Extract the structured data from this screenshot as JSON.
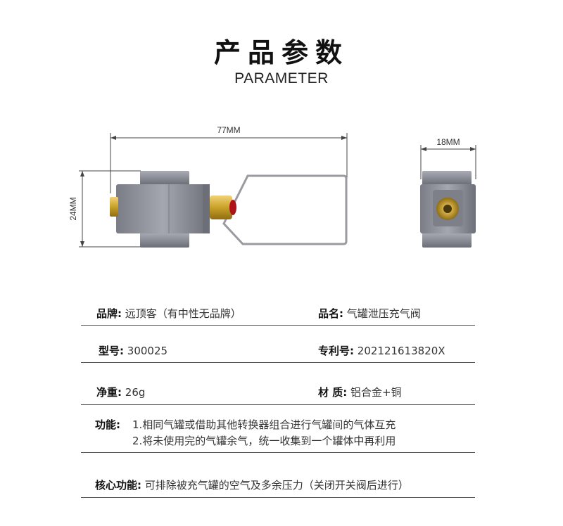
{
  "header": {
    "title_cn": "产品参数",
    "title_en": "PARAMETER"
  },
  "diagram": {
    "dim_length": "77MM",
    "dim_height": "24MM",
    "dim_width": "18MM"
  },
  "specs": {
    "brand_label": "品牌:",
    "brand_value": "远顶客（有中性无品牌）",
    "product_label": "品名:",
    "product_value": "气罐泄压充气阀",
    "model_label": "型号:",
    "model_value": "300025",
    "patent_label": "专利号:",
    "patent_value": "202121613820X",
    "weight_label": "净重:",
    "weight_value": "26g",
    "material_label": "材 质:",
    "material_value": "铝合金+铜",
    "function_label": "功能:",
    "function_line1": "1.相同气罐或借助其他转换器组合进行气罐间的气体互充",
    "function_line2": "2.将未使用完的气罐余气，统一收集到一个罐体中再利用",
    "core_label": "核心功能:",
    "core_value": "可排除被充气罐的空气及多余压力（关闭开关阀后进行）"
  },
  "colors": {
    "body_metal": "#8a8c96",
    "brass": "#c9a227",
    "red_cap": "#b0121a",
    "line": "#555555"
  }
}
